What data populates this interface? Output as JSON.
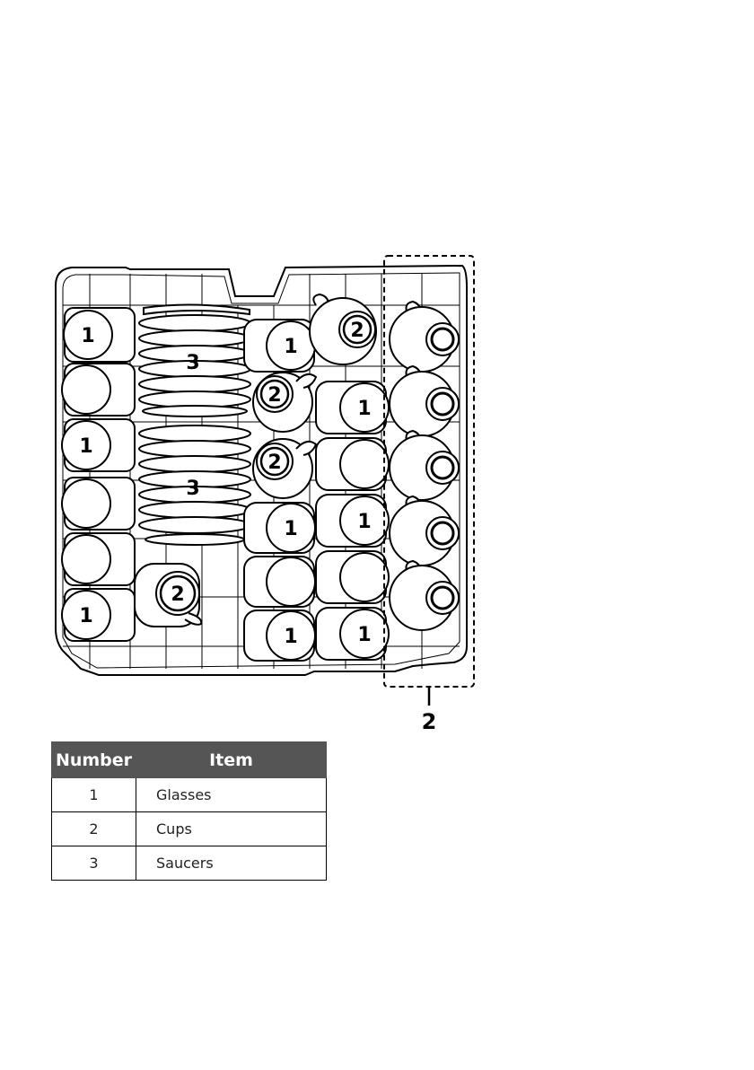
{
  "figure": {
    "callout_label": "2"
  },
  "legend": {
    "headers": [
      "Number",
      "Item"
    ],
    "rows": [
      {
        "number": "1",
        "item": "Glasses"
      },
      {
        "number": "2",
        "item": "Cups"
      },
      {
        "number": "3",
        "item": "Saucers"
      }
    ]
  },
  "rack_items": {
    "glass_label": "1",
    "cup_label": "2",
    "saucer_label": "3"
  },
  "colors": {
    "line": "#000000",
    "header_bg": "#555555",
    "header_text": "#ffffff"
  }
}
